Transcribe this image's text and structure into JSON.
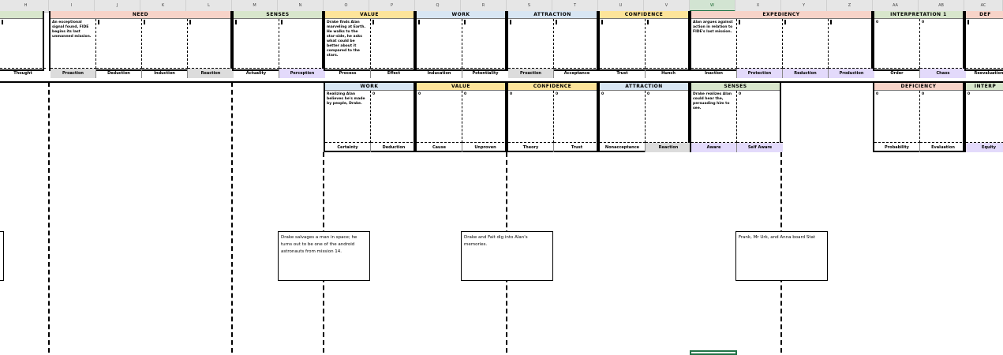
{
  "columns": [
    "H",
    "I",
    "J",
    "K",
    "L",
    "M",
    "N",
    "O",
    "P",
    "Q",
    "R",
    "S",
    "T",
    "U",
    "V",
    "W",
    "X",
    "Y",
    "Z",
    "AA",
    "AB",
    "AC"
  ],
  "selected_column": "W",
  "colors": {
    "green": "#d8e6cc",
    "pink": "#f7d3c8",
    "yellow": "#fde49a",
    "blue": "#d8e6f3",
    "grey": "#dcdcdc",
    "lavender": "#e3dafb"
  },
  "top_row": [
    {
      "title": "",
      "color": "green",
      "cells": [
        "",
        "",
        "",
        "",
        "",
        ""
      ],
      "footers": [
        {
          "label": "Thought",
          "color": "none"
        }
      ]
    },
    {
      "title": "NEED",
      "color": "pink",
      "cells": [
        "An exceptional signal found, FIDE begins its last unmanned mission.",
        "",
        "",
        ""
      ],
      "footers": [
        {
          "label": "Proaction",
          "color": "grey"
        },
        {
          "label": "Deduction",
          "color": "none"
        },
        {
          "label": "Induction",
          "color": "none"
        },
        {
          "label": "Reaction",
          "color": "grey"
        }
      ]
    },
    {
      "title": "SENSES",
      "color": "green",
      "cells": [
        "",
        ""
      ],
      "footers": [
        {
          "label": "Actuality",
          "color": "none"
        },
        {
          "label": "Perception",
          "color": "lavender"
        }
      ]
    },
    {
      "title": "VALUE",
      "color": "yellow",
      "cells": [
        "Drake finds Alan marveling at Earth. He walks to the star-side, he asks what could be better about it compared to the stars.",
        ""
      ],
      "footers": [
        {
          "label": "Process",
          "color": "none"
        },
        {
          "label": "Effect",
          "color": "none"
        }
      ]
    },
    {
      "title": "WORK",
      "color": "blue",
      "cells": [
        "",
        ""
      ],
      "footers": [
        {
          "label": "Inducation",
          "color": "none"
        },
        {
          "label": "Potentiality",
          "color": "none"
        }
      ]
    },
    {
      "title": "ATTRACTION",
      "color": "blue",
      "cells": [
        "",
        ""
      ],
      "footers": [
        {
          "label": "Proaction",
          "color": "grey"
        },
        {
          "label": "Acceptance",
          "color": "none"
        }
      ]
    },
    {
      "title": "CONFIDENCE",
      "color": "yellow",
      "cells": [
        "",
        ""
      ],
      "footers": [
        {
          "label": "Trust",
          "color": "none"
        },
        {
          "label": "Hunch",
          "color": "none"
        }
      ]
    },
    {
      "title": "EXPEDIENCY",
      "color": "pink",
      "cells": [
        "Alan argues against action in relation to FIDE's last mission.",
        "",
        "",
        ""
      ],
      "footers": [
        {
          "label": "Inaction",
          "color": "none"
        },
        {
          "label": "Protection",
          "color": "lavender"
        },
        {
          "label": "Reduction",
          "color": "lavender"
        },
        {
          "label": "Production",
          "color": "lavender"
        }
      ]
    },
    {
      "title": "INTERPRETATION 1",
      "color": "green",
      "cells": [
        "0",
        "0"
      ],
      "footers": [
        {
          "label": "Order",
          "color": "none"
        },
        {
          "label": "Chaos",
          "color": "lavender"
        }
      ]
    },
    {
      "title": "DEF",
      "color": "pink",
      "cells": [
        ""
      ],
      "footers": [
        {
          "label": "Reevaluation",
          "color": "none"
        }
      ]
    }
  ],
  "second_row": [
    {
      "title": "WORK",
      "color": "blue",
      "cells": [
        "Realizing Alan believes he's made by people, Drake.",
        "0"
      ],
      "footers": [
        {
          "label": "Certainty",
          "color": "none"
        },
        {
          "label": "Deduction",
          "color": "none"
        }
      ]
    },
    {
      "title": "VALUE",
      "color": "yellow",
      "cells": [
        "0",
        "0"
      ],
      "footers": [
        {
          "label": "Cause",
          "color": "none"
        },
        {
          "label": "Unproven",
          "color": "none"
        }
      ]
    },
    {
      "title": "CONFIDENCE",
      "color": "yellow",
      "cells": [
        "0",
        "0"
      ],
      "footers": [
        {
          "label": "Theory",
          "color": "none"
        },
        {
          "label": "Trust",
          "color": "none"
        }
      ]
    },
    {
      "title": "ATTRACTION",
      "color": "blue",
      "cells": [
        "0",
        "0"
      ],
      "footers": [
        {
          "label": "Nonacceptance",
          "color": "none"
        },
        {
          "label": "Reaction",
          "color": "grey"
        }
      ]
    },
    {
      "title": "SENSES",
      "color": "green",
      "cells": [
        "Drake realizes Alan could hear the, persuading him to see.",
        "0"
      ],
      "footers": [
        {
          "label": "Aware",
          "color": "lavender"
        },
        {
          "label": "Self Aware",
          "color": "lavender"
        }
      ]
    },
    {
      "title": "DEFICIENCY",
      "color": "pink",
      "cells": [
        "0",
        "0"
      ],
      "footers": [
        {
          "label": "Probability",
          "color": "none"
        },
        {
          "label": "Evaluation",
          "color": "none"
        }
      ]
    },
    {
      "title": "INTERP",
      "color": "green",
      "cells": [
        "0"
      ],
      "footers": [
        {
          "label": "Equity",
          "color": "lavender"
        }
      ]
    }
  ],
  "story_boxes": [
    {
      "text": ""
    },
    {
      "text": "Drake salvages a man in space; he turns out to be one of the android astronauts from mission 14."
    },
    {
      "text": "Drake and Fait dig into Alan's memories."
    },
    {
      "text": "Frank, Mr Urk, and Anna board Stat"
    }
  ]
}
